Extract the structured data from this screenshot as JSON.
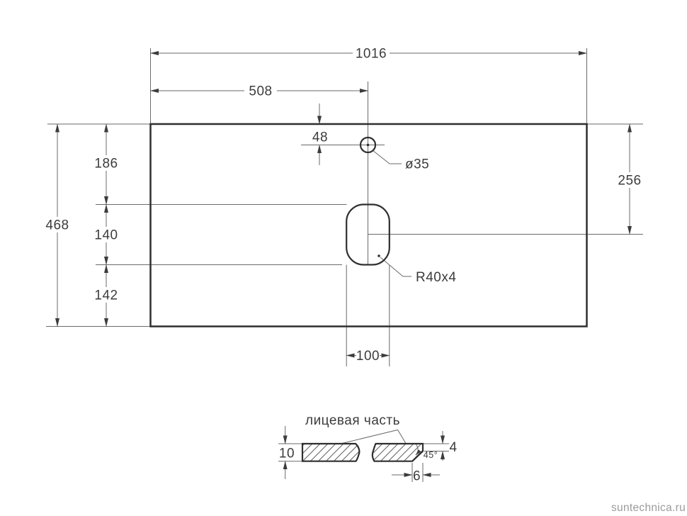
{
  "plan": {
    "dim_total_width": "1016",
    "dim_center_offset": "508",
    "dim_hole_offset": "48",
    "hole_diameter_label": "ø35",
    "dim_top_to_cutout_center": "256",
    "dim_total_depth": "468",
    "dim_top_segment": "186",
    "dim_mid_segment": "140",
    "dim_bottom_segment": "142",
    "cutout_radius_label": "R40x4",
    "dim_cutout_width": "100"
  },
  "section": {
    "front_part_label": "лицевая часть",
    "dim_thickness": "10",
    "dim_edge_height": "4",
    "angle_label": "45°",
    "dim_chamfer_depth": "6"
  },
  "watermark": "suntechnica.ru",
  "colors": {
    "outline": "#2f2f2f",
    "thin_line": "#6a6a6a",
    "text": "#3c3c3c",
    "watermark": "#9b9b9b"
  }
}
